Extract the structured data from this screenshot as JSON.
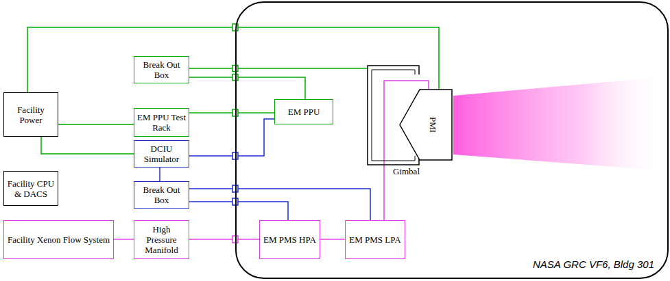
{
  "diagram": {
    "nodes": [
      {
        "text": [
          "NASA GRC VF6, Bldg 301"
        ]
      },
      {
        "text": [
          "Facility Power"
        ]
      },
      {
        "text": [
          "Break Out Box"
        ]
      },
      {
        "text": [
          "EM PPU Test Rack"
        ]
      },
      {
        "text": [
          "DCIU Simulator"
        ]
      },
      {
        "text": [
          "Facility CPU & DACS"
        ]
      },
      {
        "text": [
          "Break Out Box"
        ]
      },
      {
        "text": [
          "Facility Xenon Flow System"
        ]
      },
      {
        "text": [
          "High Pressure Manifold"
        ]
      },
      {
        "text": [
          "EM PPU"
        ],
        "in": 0
      },
      {
        "text": [
          "Gimbal"
        ],
        "in": 0
      },
      {
        "text": [
          "PMI"
        ],
        "in": 10
      },
      {
        "text": [
          "EM PMS HPA"
        ],
        "in": 0
      },
      {
        "text": [
          "EM PMS LPA"
        ],
        "in": 0
      }
    ],
    "edges": [
      {
        "from": 1,
        "to": 11,
        "arrow": "none"
      },
      {
        "from": 1,
        "to": 3,
        "arrow": "none"
      },
      {
        "from": 1,
        "to": 4,
        "arrow": "none"
      },
      {
        "from": 2,
        "to": 10,
        "arrow": "none"
      },
      {
        "from": 2,
        "to": 9,
        "arrow": "none"
      },
      {
        "from": 3,
        "to": 9,
        "arrow": "none"
      },
      {
        "from": 4,
        "to": 9,
        "arrow": "none"
      },
      {
        "from": 4,
        "to": 6,
        "arrow": "none"
      },
      {
        "from": 6,
        "to": 13,
        "arrow": "none"
      },
      {
        "from": 6,
        "to": 12,
        "arrow": "none"
      },
      {
        "from": 7,
        "to": 8,
        "arrow": "none"
      },
      {
        "from": 8,
        "to": 12,
        "arrow": "none"
      },
      {
        "from": 12,
        "to": 13,
        "arrow": "none"
      },
      {
        "from": 13,
        "to": 11,
        "arrow": "none"
      }
    ]
  }
}
